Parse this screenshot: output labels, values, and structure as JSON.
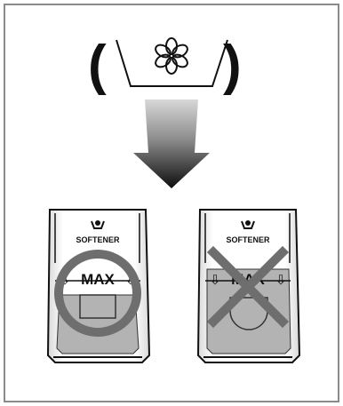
{
  "symbols": {
    "left_paren": "(",
    "right_paren": ")",
    "softener_icon": "flower-icon"
  },
  "panels": [
    {
      "label": "SOFTENER",
      "max_text": "MAX",
      "status": "correct",
      "mark": "circle"
    },
    {
      "label": "SOFTENER",
      "max_text": "MAX",
      "status": "incorrect",
      "mark": "cross"
    }
  ],
  "colors": {
    "border": "#7a7a7a",
    "arrow_dark": "#111111",
    "arrow_light": "#cfcfcf",
    "liquid": "#b3b3b3",
    "mark": "#6e6e6e"
  }
}
